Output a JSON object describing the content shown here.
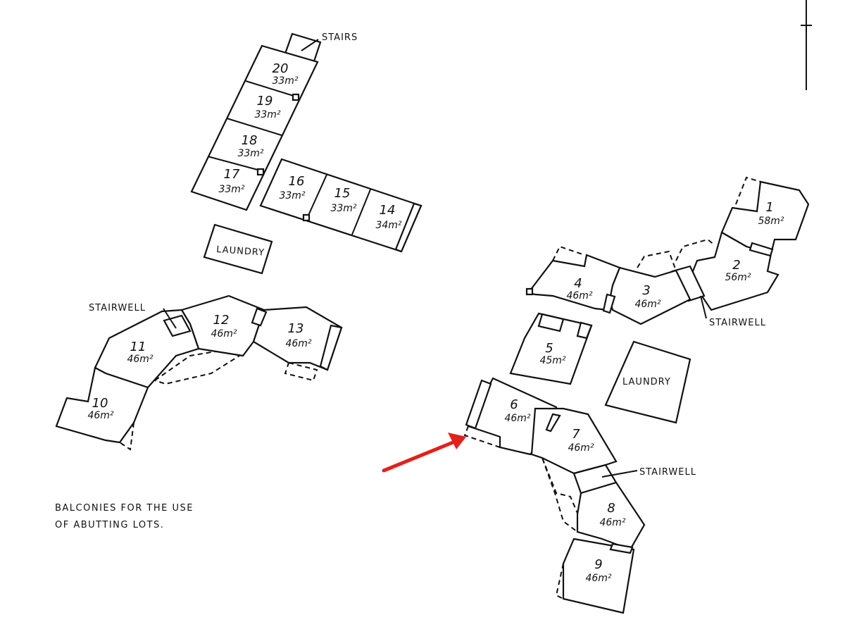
{
  "units": [
    {
      "number": "1",
      "area": "58m²"
    },
    {
      "number": "2",
      "area": "56m²"
    },
    {
      "number": "3",
      "area": "46m²"
    },
    {
      "number": "4",
      "area": "46m²"
    },
    {
      "number": "5",
      "area": "45m²"
    },
    {
      "number": "6",
      "area": "46m²"
    },
    {
      "number": "7",
      "area": "46m²"
    },
    {
      "number": "8",
      "area": "46m²"
    },
    {
      "number": "9",
      "area": "46m²"
    },
    {
      "number": "10",
      "area": "46m²"
    },
    {
      "number": "11",
      "area": "46m²"
    },
    {
      "number": "12",
      "area": "46m²"
    },
    {
      "number": "13",
      "area": "46m²"
    },
    {
      "number": "14",
      "area": "34m²"
    },
    {
      "number": "15",
      "area": "33m²"
    },
    {
      "number": "16",
      "area": "33m²"
    },
    {
      "number": "17",
      "area": "33m²"
    },
    {
      "number": "18",
      "area": "33m²"
    },
    {
      "number": "19",
      "area": "33m²"
    },
    {
      "number": "20",
      "area": "33m²"
    }
  ],
  "labels": {
    "stairs": "STAIRS",
    "laundry": "LAUNDRY",
    "stairwell": "STAIRWELL"
  },
  "note": {
    "line1": "BALCONIES FOR THE USE",
    "line2": "OF ABUTTING LOTS."
  },
  "colors": {
    "arrow": "#e3201b",
    "ink": "#111111"
  }
}
